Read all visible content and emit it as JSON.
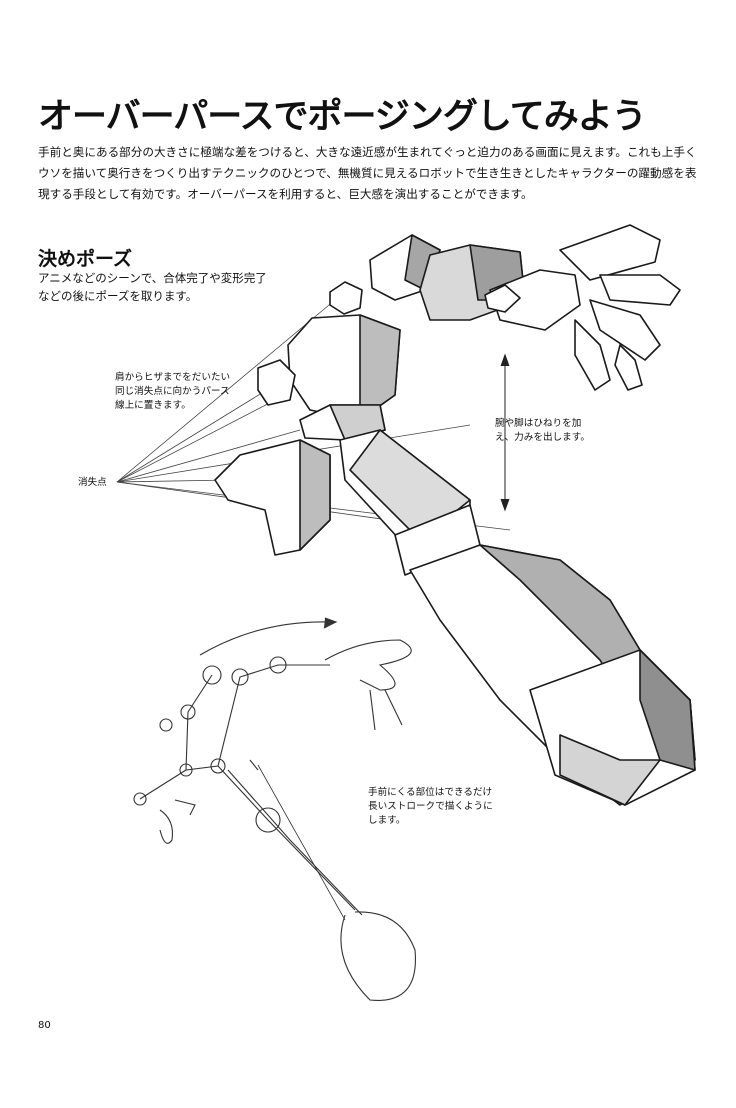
{
  "page": {
    "title": "オーバーパースでポージングしてみよう",
    "intro": "手前と奥にある部分の大きさに極端な差をつけると、大きな遠近感が生まれてぐっと迫力のある画面に見えます。これも上手くウソを描いて奥行きをつくり出すテクニックのひとつで、無機質に見えるロボットで生き生きとしたキャラクターの躍動感を表現する手段として有効です。オーバーパースを利用すると、巨大感を演出することができます。",
    "section_heading": "決めポーズ",
    "section_desc": "アニメなどのシーンで、合体完了や変形完了などの後にポーズを取ります。",
    "page_number": "80"
  },
  "annotations": {
    "shoulder_knee": "肩からヒザまでをだいたい同じ消失点に向かうパース線上に置きます。",
    "vanishing_point": "消失点",
    "arm_twist": "腕や脚はひねりを加え、力みを出します。",
    "stroke": "手前にくる部位はできるだけ長いストロークで描くようにします。"
  }
}
